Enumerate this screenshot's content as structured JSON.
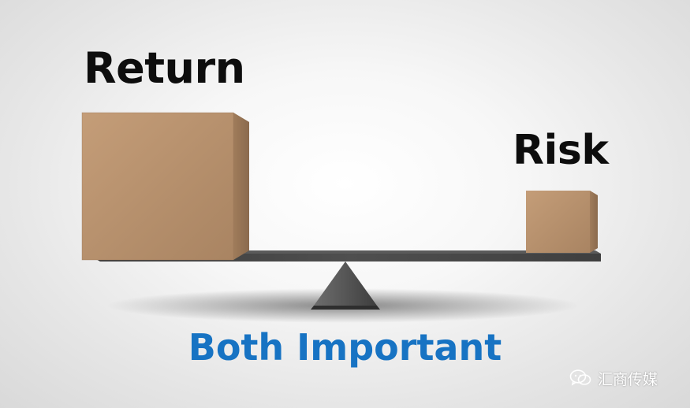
{
  "labels": {
    "return": "Return",
    "risk": "Risk",
    "caption": "Both Important"
  },
  "watermark": {
    "text": "汇商传媒",
    "icon": "wechat-icon"
  },
  "colors": {
    "caption": "#1773c3",
    "label": "#0d0d0d",
    "box": "#b48c68",
    "beam": "#4a4a4a",
    "fulcrum": "#5a5a5a"
  }
}
